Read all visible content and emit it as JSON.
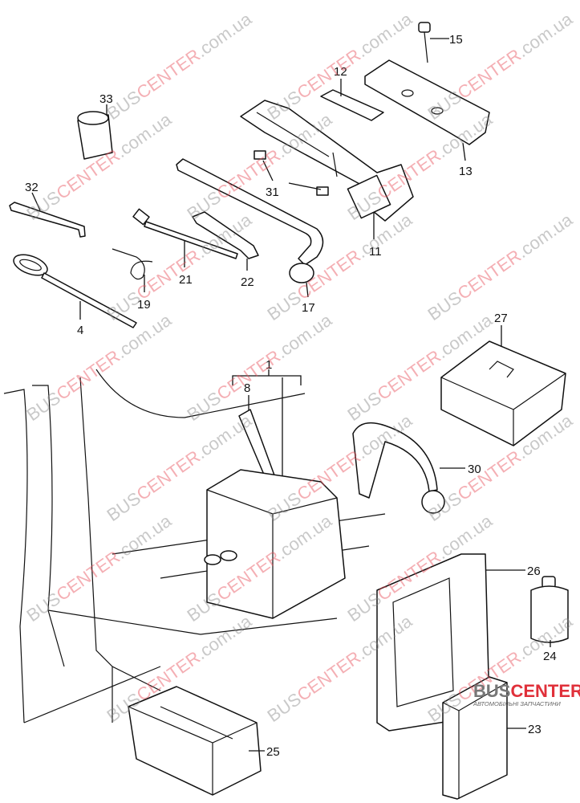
{
  "diagram": {
    "part_labels": [
      "15",
      "12",
      "33",
      "13",
      "31",
      "32",
      "11",
      "21",
      "22",
      "17",
      "19",
      "4",
      "27",
      "1",
      "8",
      "30",
      "26",
      "24",
      "25",
      "23"
    ]
  },
  "watermark": {
    "part1": "BUS",
    "part2": "CENTER",
    "part3": ".com.ua",
    "gray": "#888888",
    "red": "#e8505b"
  },
  "logo": {
    "brand_a": "BUS",
    "brand_b": "CENTER",
    "tagline": "АВТОМОБІЛЬНІ ЗАПЧАСТИНИ"
  }
}
